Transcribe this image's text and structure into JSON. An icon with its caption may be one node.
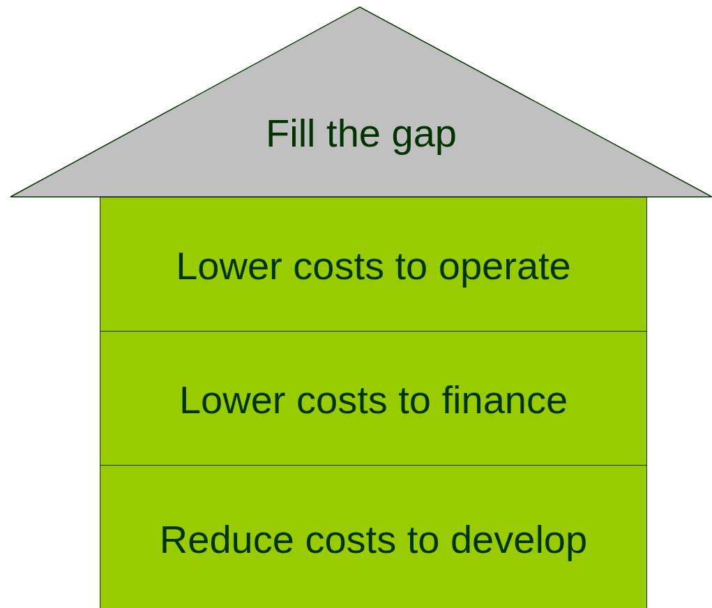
{
  "diagram": {
    "nodes": [
      {
        "text": [
          "Fill the gap"
        ]
      },
      {
        "text": [
          "Lower costs to operate"
        ]
      },
      {
        "text": [
          "Lower costs to finance"
        ]
      },
      {
        "text": [
          "Reduce costs to develop"
        ]
      }
    ]
  }
}
